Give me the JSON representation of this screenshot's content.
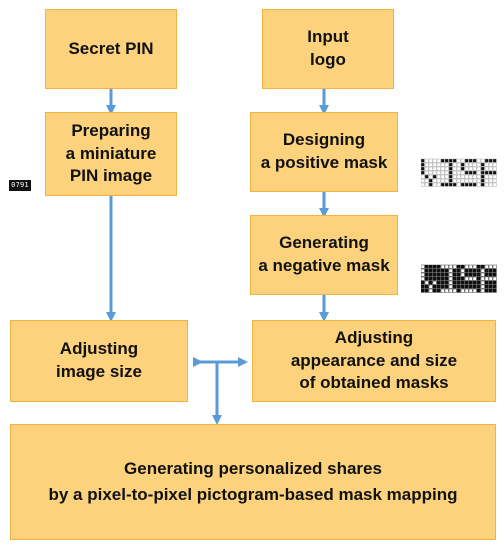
{
  "boxes": {
    "secret_pin": "Secret PIN",
    "input_logo": "Input\nlogo",
    "preparing": "Preparing\na miniature\nPIN image",
    "designing": "Designing\na positive mask",
    "generating_negative": "Generating\na negative mask",
    "adjusting_image": "Adjusting\nimage size",
    "adjusting_masks": "Adjusting\nappearance and size\nof obtained masks",
    "generating_shares": "Generating personalized shares\nby a pixel-to-pixel pictogram-based mask mapping"
  },
  "images": {
    "pin_thumbnail_text": "0791"
  },
  "colors": {
    "box_fill": "#fdd27d",
    "box_border": "#f2b23f",
    "arrow": "#5b9bd5"
  },
  "icons": {
    "positive_mask": "visa-positive-mask-icon",
    "negative_mask": "visa-negative-mask-icon"
  }
}
